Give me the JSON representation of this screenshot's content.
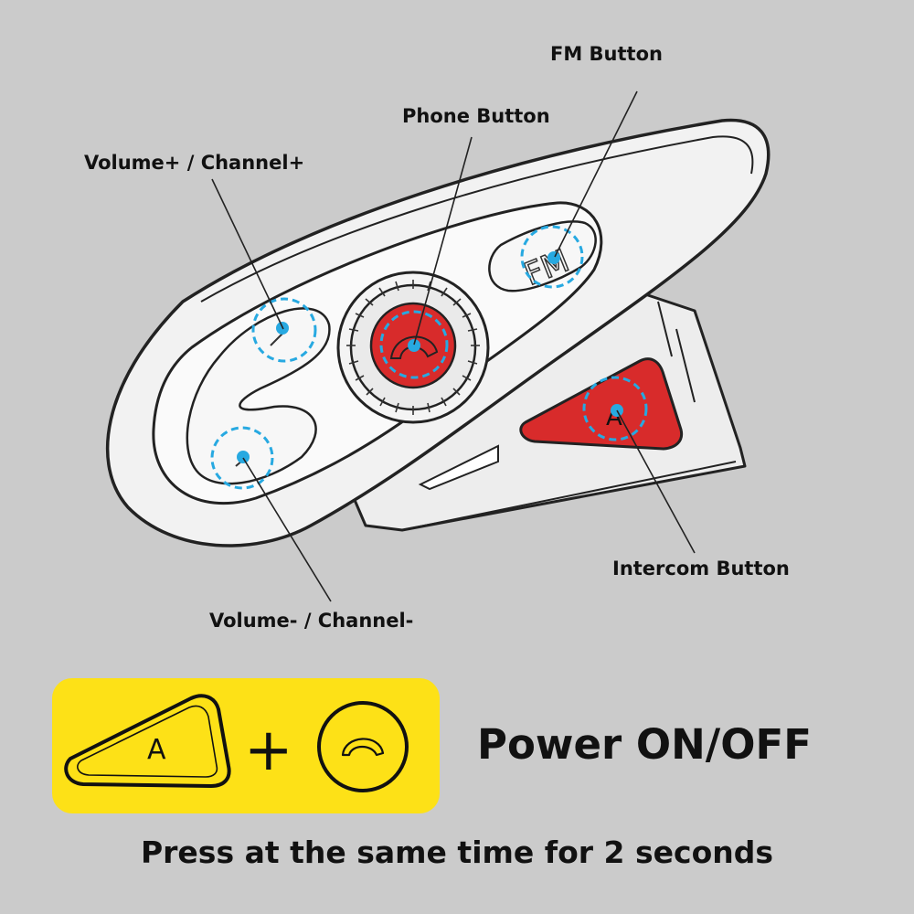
{
  "callouts": {
    "fm_button": "FM Button",
    "phone_button": "Phone Button",
    "volume_up": "Volume+ / Channel+",
    "intercom_button": "Intercom Button",
    "volume_down": "Volume- / Channel-"
  },
  "device": {
    "fm_key_text": "FM",
    "intercom_key_text": "A"
  },
  "combo": {
    "intercom_key_text": "A",
    "plus_sign": "+",
    "phone_icon": "phone-handset-icon",
    "power_label": "Power ON/OFF"
  },
  "instruction": "Press at the same time for 2 seconds",
  "colors": {
    "background": "#cbcbcb",
    "button_red": "#d82b2b",
    "highlight_panel": "#fde117",
    "marker_blue": "#27a9e1"
  }
}
